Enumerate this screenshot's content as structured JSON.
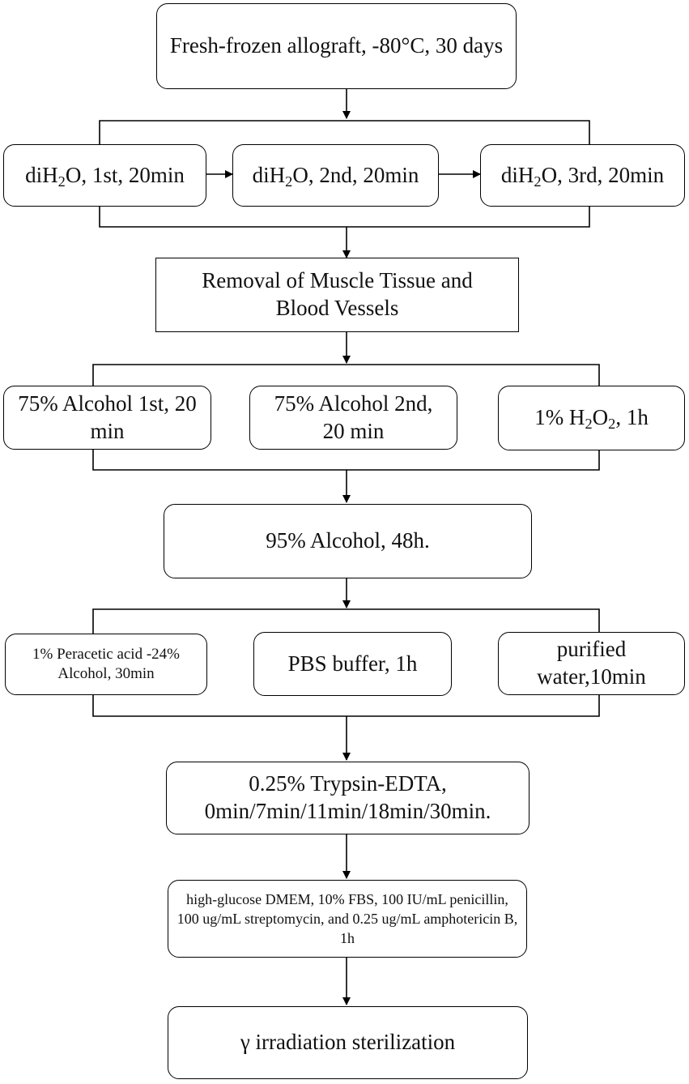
{
  "steps": {
    "s1": "Fresh-frozen allograft, -80°C, 30 days",
    "wash": {
      "w1": {
        "pre": "diH",
        "sub": "2",
        "post": "O, 1st, 20min"
      },
      "w2": {
        "pre": "diH",
        "sub": "2",
        "post": "O, 2nd, 20min"
      },
      "w3": {
        "pre": "diH",
        "sub": "2",
        "post": "O, 3rd, 20min"
      }
    },
    "s3": "Removal of Muscle Tissue and Blood Vessels",
    "alc": {
      "a1": "75% Alcohol 1st, 20 min",
      "a2": "75% Alcohol 2nd, 20 min",
      "a3": {
        "pre": "1% H",
        "sub1": "2",
        "mid": "O",
        "sub2": "2",
        "post": ", 1h"
      }
    },
    "s5": "95% Alcohol, 48h.",
    "treat": {
      "t1": "1% Peracetic acid -24% Alcohol, 30min",
      "t2": "PBS buffer, 1h",
      "t3": "purified water,10min"
    },
    "s7": "0.25% Trypsin-EDTA, 0min/7min/11min/18min/30min.",
    "s8": "high-glucose DMEM, 10% FBS, 100 IU/mL penicillin, 100 ug/mL streptomycin, and 0.25 ug/mL amphotericin B, 1h",
    "s9": "γ irradiation sterilization"
  }
}
